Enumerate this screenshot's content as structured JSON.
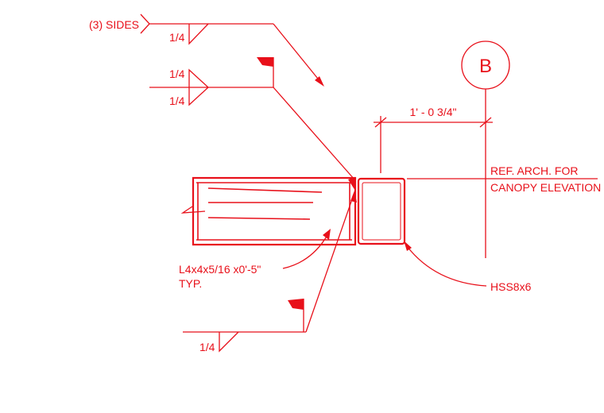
{
  "colors": {
    "ink": "#e8101a",
    "background": "#ffffff"
  },
  "labels": {
    "three_sides": "(3) SIDES",
    "weld_top": "1/4",
    "weld_arrow_top": "1/4",
    "weld_arrow_bottom": "1/4",
    "weld_lower": "1/4",
    "grid_bubble": "B",
    "dimension": "1' - 0 3/4\"",
    "ref_line_1": "REF. ARCH. FOR",
    "ref_line_2": "CANOPY ELEVATION",
    "angle_line_1": "L4x4x5/16 x0'-5\"",
    "angle_line_2": "TYP.",
    "hss": "HSS8x6"
  },
  "icons": {
    "weld_all_around": "flag-icon",
    "weld_triangle": "fillet-weld-symbol-icon",
    "leader_arrow": "arrowhead-icon",
    "grid_marker": "circle-grid-bubble-icon"
  }
}
